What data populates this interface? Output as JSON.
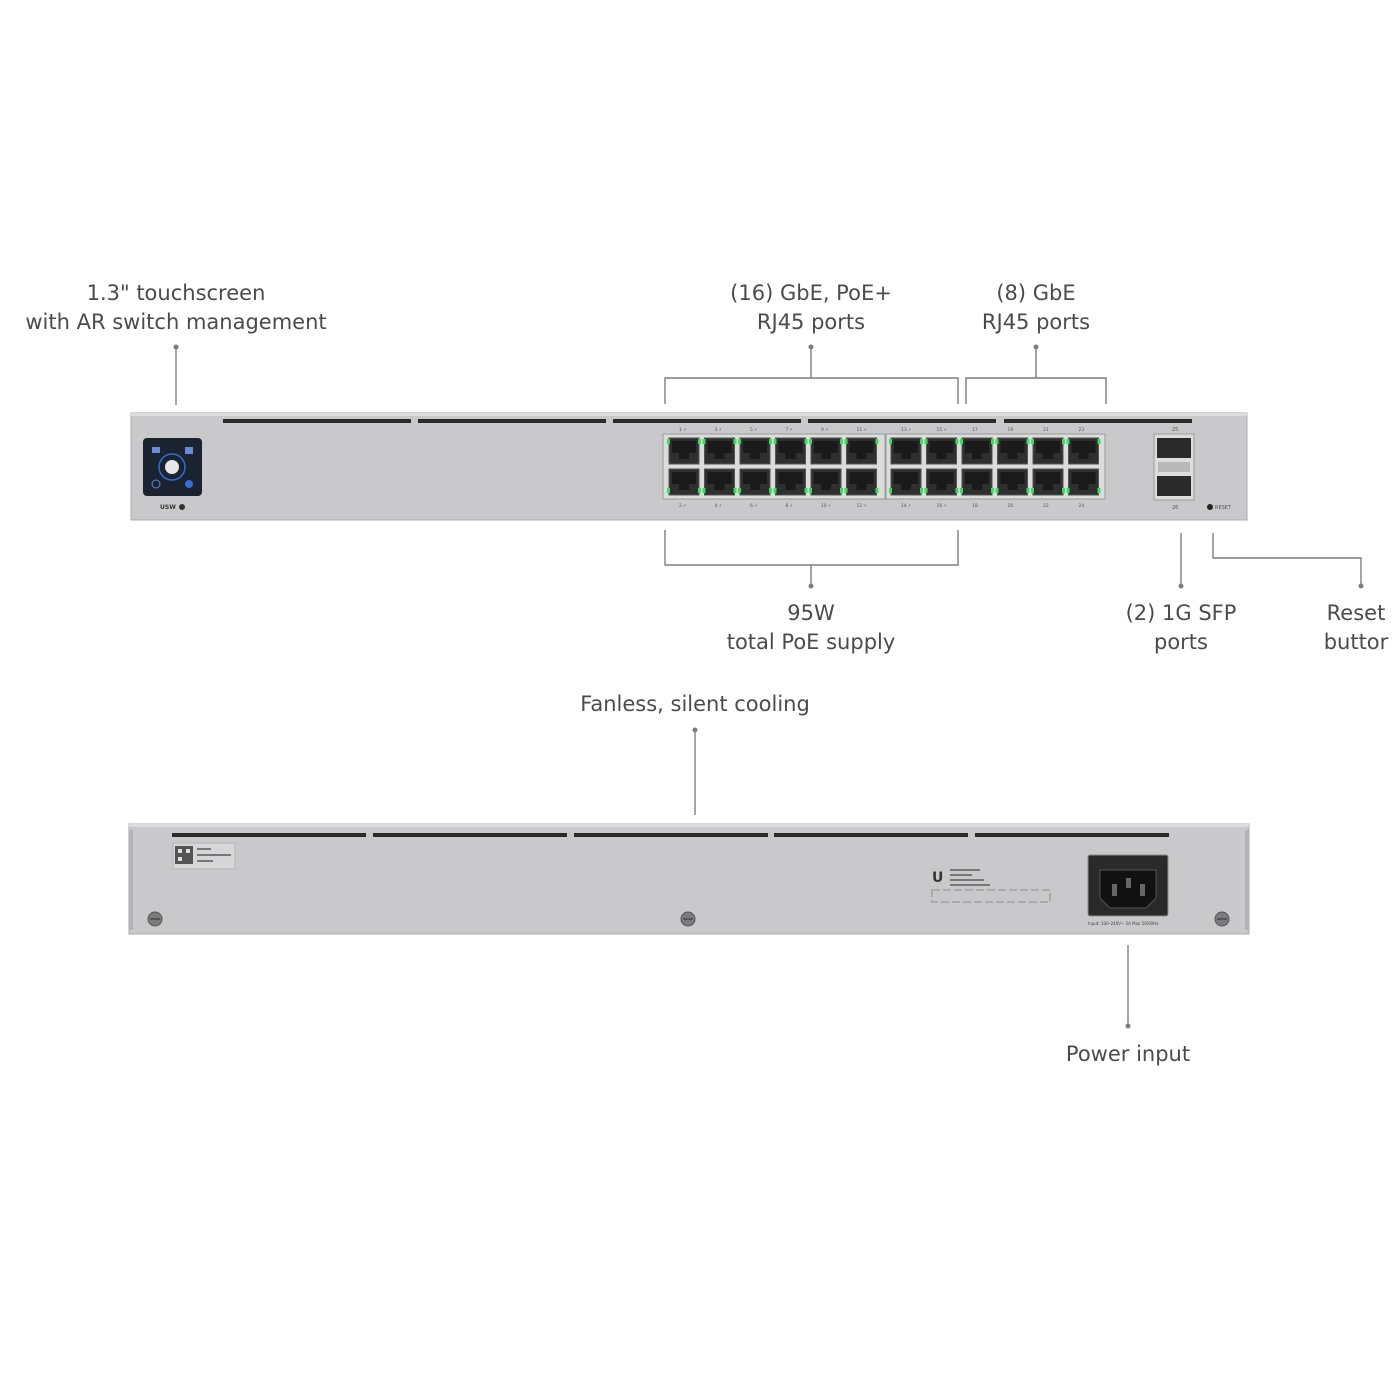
{
  "callouts": {
    "touchscreen": [
      "1.3\" touchscreen",
      "with AR switch management"
    ],
    "poe_ports": [
      "(16) GbE, PoE+",
      "RJ45 ports"
    ],
    "gbe_ports": [
      "(8) GbE",
      "RJ45 ports"
    ],
    "poe_supply": [
      "95W",
      "total PoE supply"
    ],
    "sfp_ports": [
      "(2) 1G SFP",
      "ports"
    ],
    "reset": [
      "Reset",
      "buttor"
    ],
    "cooling": [
      "Fanless, silent cooling"
    ],
    "power": [
      "Power input"
    ]
  },
  "device": {
    "model_badge": "USW",
    "top_port_labels": [
      "1 ⚡",
      "3 ⚡",
      "5 ⚡",
      "7 ⚡",
      "9 ⚡",
      "11 ⚡",
      "13 ⚡",
      "15 ⚡",
      "17",
      "19",
      "21",
      "23"
    ],
    "bottom_port_labels": [
      "2 ⚡",
      "4 ⚡",
      "6 ⚡",
      "8 ⚡",
      "10 ⚡",
      "12 ⚡",
      "14 ⚡",
      "16 ⚡",
      "18",
      "20",
      "22",
      "24"
    ],
    "sfp_labels": [
      "25",
      "26"
    ],
    "reset_label": "RESET",
    "rear_power_rating": "Input: 100–240V~ 2A Max 50/60Hz",
    "rear_logo": "U"
  },
  "colors": {
    "chassis": "#c9c9cb",
    "chassis_edge": "#a9a9ab",
    "vent": "#2b2b2b",
    "port_led": "#3ddc5a",
    "screen_bg": "#1b2230",
    "screen_accent": "#2f6fd6",
    "leader": "#7d7d7d"
  }
}
